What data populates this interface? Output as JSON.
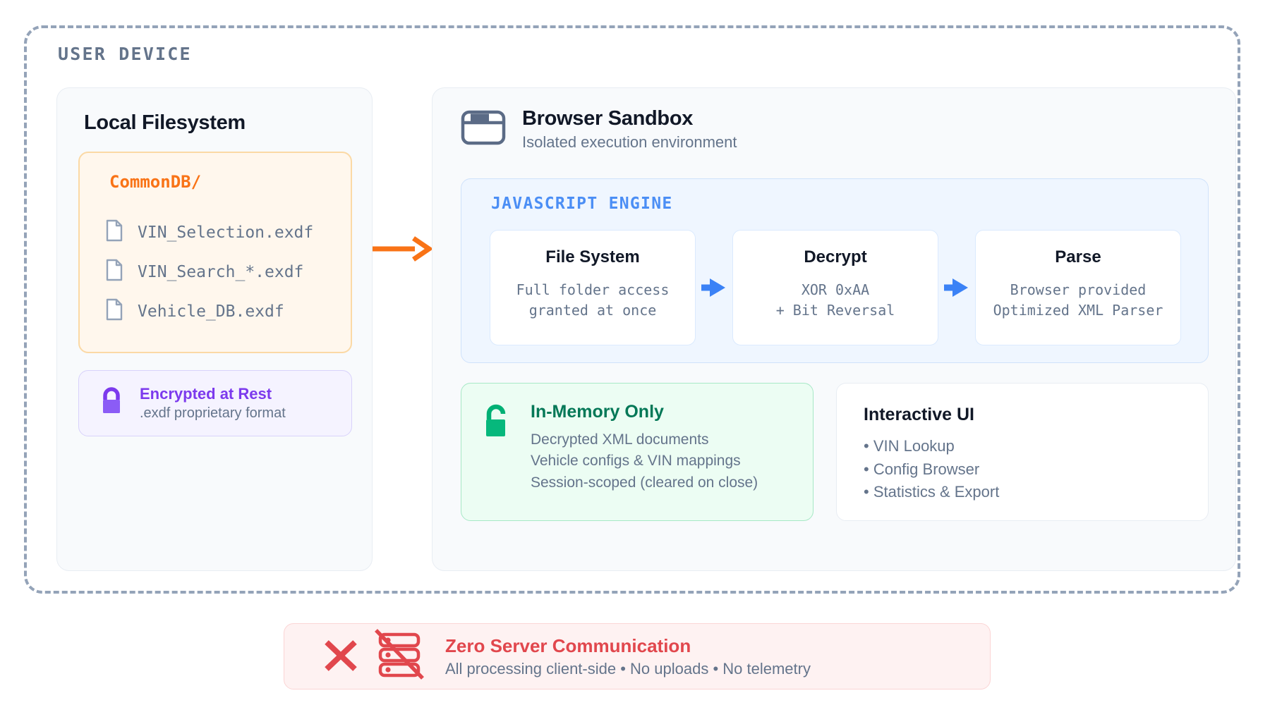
{
  "device": {
    "label": "USER DEVICE"
  },
  "filesystem": {
    "title": "Local Filesystem",
    "folder": {
      "name": "CommonDB/",
      "files": [
        {
          "name": "VIN_Selection.exdf",
          "icon": "file-icon"
        },
        {
          "name": "VIN_Search_*.exdf",
          "icon": "file-icon"
        },
        {
          "name": "Vehicle_DB.exdf",
          "icon": "file-icon"
        }
      ]
    },
    "encrypted": {
      "icon": "lock-closed-icon",
      "title": "Encrypted at Rest",
      "subtitle": ".exdf proprietary format"
    }
  },
  "connector": {
    "icon": "arrow-right-icon",
    "color": "#f97316"
  },
  "sandbox": {
    "icon": "browser-window-icon",
    "title": "Browser Sandbox",
    "subtitle": "Isolated execution environment",
    "engine": {
      "label": "JAVASCRIPT ENGINE",
      "accent": "#4b8ef5",
      "stages": [
        {
          "title": "File System",
          "body": "Full folder access\ngranted at once"
        },
        {
          "title": "Decrypt",
          "body": "XOR 0xAA\n+ Bit Reversal"
        },
        {
          "title": "Parse",
          "body": "Browser provided\nOptimized XML Parser"
        }
      ],
      "arrow_icon": "arrow-right-icon"
    },
    "memory": {
      "icon": "lock-open-icon",
      "title": "In-Memory Only",
      "accent": "#00b074",
      "lines": [
        "Decrypted XML documents",
        "Vehicle configs & VIN mappings",
        "Session-scoped (cleared on close)"
      ]
    },
    "interactive_ui": {
      "title": "Interactive UI",
      "items": [
        "• VIN Lookup",
        "• Config Browser",
        "• Statistics & Export"
      ]
    }
  },
  "banner": {
    "x_icon": "x-mark-icon",
    "server_icon": "server-blocked-icon",
    "title": "Zero Server Communication",
    "subtitle": "All processing client-side • No uploads • No telemetry",
    "accent": "#e1474d"
  }
}
